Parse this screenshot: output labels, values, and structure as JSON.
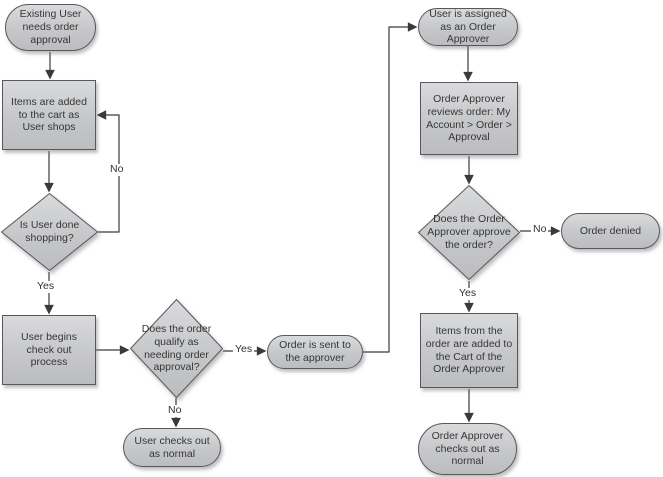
{
  "diagram": {
    "nodes": {
      "start": {
        "type": "terminator",
        "label": "Existing User needs order approval"
      },
      "add_items": {
        "type": "process",
        "label": "Items are added to the cart as User shops"
      },
      "done_shopping": {
        "type": "decision",
        "label": "Is User done shopping?"
      },
      "begin_checkout": {
        "type": "process",
        "label": "User begins check out process"
      },
      "qualify": {
        "type": "decision",
        "label": "Does the order qualify as needing order approval?"
      },
      "checkout_normal": {
        "type": "terminator",
        "label": "User checks out as normal"
      },
      "order_sent": {
        "type": "terminator",
        "label": "Order is sent to the approver"
      },
      "assigned": {
        "type": "terminator",
        "label": "User is assigned as an Order Approver"
      },
      "reviews": {
        "type": "process",
        "label": "Order Approver reviews order: My Account > Order > Approval"
      },
      "approve": {
        "type": "decision",
        "label": "Does the Order Approver approve the order?"
      },
      "denied": {
        "type": "terminator",
        "label": "Order denied"
      },
      "items_to_approver": {
        "type": "process",
        "label": "Items from the order are added to the Cart of the Order Approver"
      },
      "approver_checkout": {
        "type": "terminator",
        "label": "Order Approver checks out as normal"
      }
    },
    "edge_labels": {
      "done_no": "No",
      "done_yes": "Yes",
      "qualify_yes": "Yes",
      "qualify_no": "No",
      "approve_no": "No",
      "approve_yes": "Yes"
    },
    "colors": {
      "shape_fill_top": "#d9dadc",
      "shape_fill_bottom": "#bcbdc0",
      "shape_border": "#57575d",
      "connector": "#3a3a3a",
      "text": "#363636",
      "background": "#ffffff"
    }
  }
}
